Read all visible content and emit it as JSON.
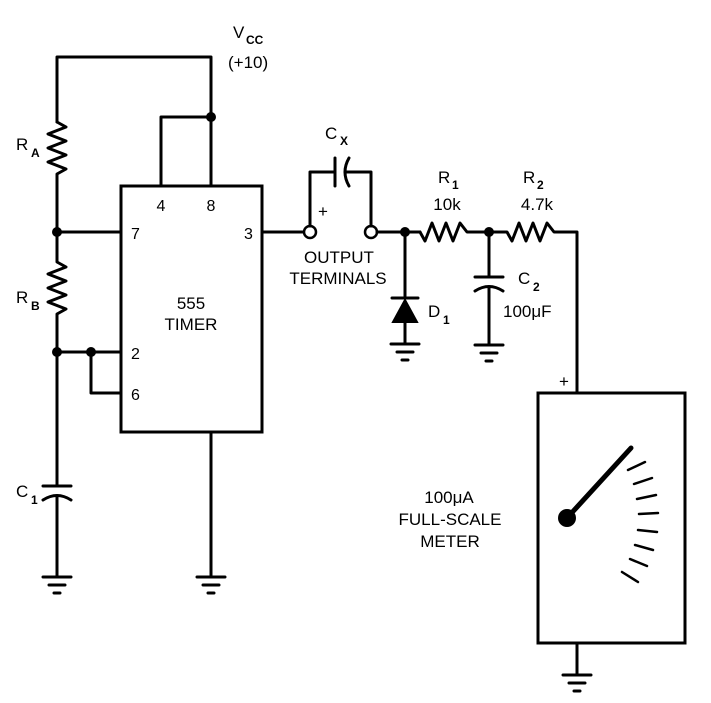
{
  "supply": {
    "label": "V",
    "sub": "CC",
    "value": "(+10)"
  },
  "timer": {
    "name_line1": "555",
    "name_line2": "TIMER",
    "pins": {
      "p4": "4",
      "p8": "8",
      "p7": "7",
      "p3": "3",
      "p2": "2",
      "p6": "6"
    }
  },
  "components": {
    "ra": {
      "label": "R",
      "sub": "A"
    },
    "rb": {
      "label": "R",
      "sub": "B"
    },
    "c1": {
      "label": "C",
      "sub": "1"
    },
    "cx": {
      "label": "C",
      "sub": "X",
      "polarity": "+"
    },
    "r1": {
      "label": "R",
      "sub": "1",
      "value": "10k"
    },
    "r2": {
      "label": "R",
      "sub": "2",
      "value": "4.7k"
    },
    "c2": {
      "label": "C",
      "sub": "2",
      "value": "100μF"
    },
    "d1": {
      "label": "D",
      "sub": "1"
    }
  },
  "output": {
    "line1": "OUTPUT",
    "line2": "TERMINALS"
  },
  "meter": {
    "line1": "100μA",
    "line2": "FULL-SCALE",
    "line3": "METER",
    "polarity": "+"
  }
}
